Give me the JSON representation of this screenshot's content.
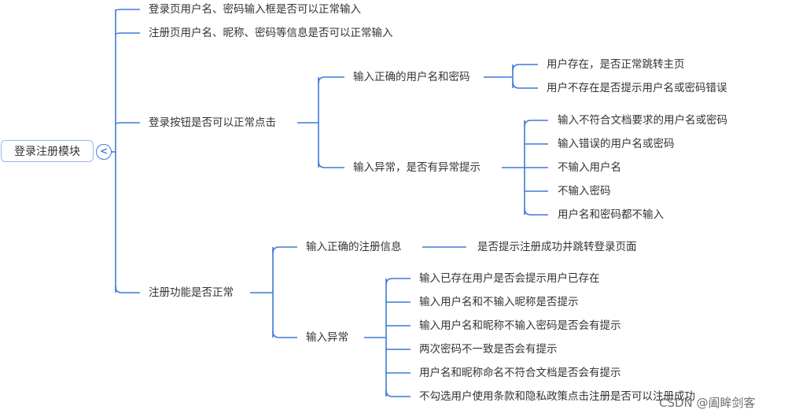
{
  "root": {
    "label": "登录注册模块"
  },
  "branches": {
    "login_input": "登录页用户名、密码输入框是否可以正常输入",
    "register_input": "注册页用户名、昵称、密码等信息是否可以正常输入",
    "login_button": {
      "label": "登录按钮是否可以正常点击",
      "correct": {
        "label": "输入正确的用户名和密码",
        "items": [
          "用户存在，是否正常跳转主页",
          "用户不存在是否提示用户名或密码错误"
        ]
      },
      "abnormal": {
        "label": "输入异常，是否有异常提示",
        "items": [
          "输入不符合文档要求的用户名或密码",
          "输入错误的用户名或密码",
          "不输入用户名",
          "不输入密码",
          "用户名和密码都不输入"
        ]
      }
    },
    "register_func": {
      "label": "注册功能是否正常",
      "correct": {
        "label": "输入正确的注册信息",
        "items": [
          "是否提示注册成功并跳转登录页面"
        ]
      },
      "abnormal": {
        "label": "输入异常",
        "items": [
          "输入已存在用户是否会提示用户已存在",
          "输入用户名和不输入昵称是否提示",
          "输入用户名和昵称不输入密码是否会有提示",
          "两次密码不一致是否会有提示",
          "用户名和昵称命名不符合文档是否会有提示",
          "不勾选用户使用条款和隐私政策点击注册是否可以注册成功"
        ]
      }
    }
  },
  "watermark": "CSDN @阖眸剑客",
  "colors": {
    "line": "#3f7ad8",
    "root_border": "#9cb6e6",
    "text": "#333333"
  }
}
